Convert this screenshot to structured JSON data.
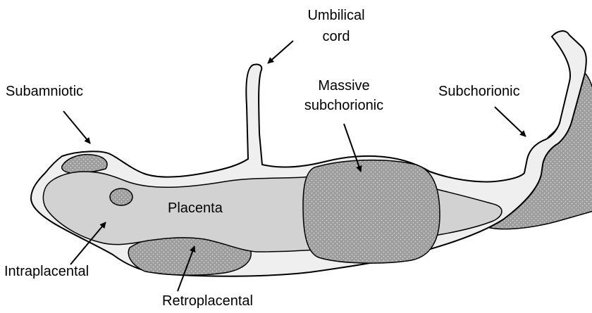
{
  "labels": {
    "umbilical_cord_line1": "Umbilical",
    "umbilical_cord_line2": "cord",
    "subamniotic": "Subamniotic",
    "massive_subchorionic_line1": "Massive",
    "massive_subchorionic_line2": "subchorionic",
    "subchorionic": "Subchorionic",
    "placenta": "Placenta",
    "intraplacental": "Intraplacental",
    "retroplacental": "Retroplacental"
  },
  "colors": {
    "outline": "#000000",
    "membrane_fill": "#efefef",
    "placenta_fill": "#d2d2d2",
    "hematoma_fill": "#9e9e9e",
    "hematoma_stipple": "#dcdcdc"
  }
}
